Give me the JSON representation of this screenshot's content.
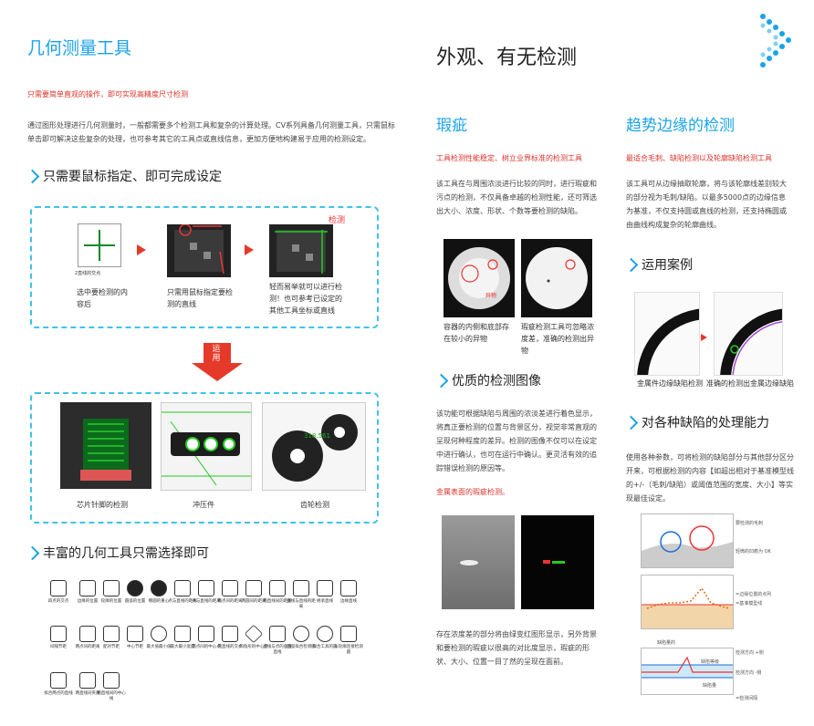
{
  "left": {
    "title": "几何测量工具",
    "subtitle": "只需要简单直观的操作，即可实现高精度尺寸检测",
    "intro": "通过图形处理进行几何测量时，一般都需要多个检测工具和复杂的计算处理。CV系列具备几何测量工具，只需鼠标单击即可解决这些复杂的处理，也可参考其它的工具点或直线信息，更加方便地构建易于应用的检测设定。",
    "section1": "只需要鼠标指定、即可完成设定",
    "step1_label": "2直线的交点",
    "step1": "选中要检测的内容后",
    "step2": "只需用鼠标指定要检测的直线",
    "step3": "轻而易举就可以进行检测！也可参考已设定的其他工具坐标或直线",
    "detect_tag": "检测",
    "apply_label": "运用",
    "app1": "芯片针脚的检测",
    "app2": "冲压件",
    "app3": "齿轮检测",
    "gear_value": "318.561",
    "section2": "丰富的几何工具只需选择即可",
    "tools_row1": [
      "四点的交点",
      "边缘的位置",
      "轮廓的位置",
      "圆弧的位置",
      "椭圆的重心",
      "点与直线的距离",
      "点与直线的距离",
      "两点间的距离",
      "两圆间的距离",
      "两直线间的距离",
      "直线与直线的距离",
      "继承直线",
      "边缘直线"
    ],
    "tools_row2": [
      "间隔节距",
      "两点间的距离",
      "配对节距",
      "中心节距",
      "最大值最小值",
      "最大最小宽度",
      "两点间的中心点",
      "两直线的交点",
      "四角形的中心点",
      "直线与点的垂直直线",
      "圆弧拟合检测圆",
      "拟合工具的圆",
      "从轮廓连接检测圆"
    ],
    "tools_row3": [
      "拟合两点的直线",
      "两直线间夹角",
      "两直线间的中心线"
    ]
  },
  "right": {
    "title": "外观、有无检测",
    "flaw": {
      "title": "瑕疵",
      "subtitle": "工具检测性能稳定、树立业界标准的检测工具",
      "desc": "该工具在与周围浓淡进行比较的同时，进行瑕疵和污点的检测，不仅具备卓越的检测性能，还可筛选出大小、浓度、形状、个数等要检测的缺陷。",
      "defect_tag": "异物",
      "cap1": "容器的内侧和底部存在较小的异物",
      "cap2": "瑕疵检测工具可忽略浓度差，准确的检测出异物"
    },
    "trend": {
      "title": "趋势边缘的检测",
      "subtitle": "最适合毛刺、缺陷检测以及轮廓缺陷检测工具",
      "desc": "该工具可从边缘抽取轮廓，将与该轮廓线差别较大的部分视为毛刺/缺陷。以最多5000点的边缘信息为基准，不仅支持圆或直线的检测，还支持椭圆或由曲线构成复杂的轮廓曲线。"
    },
    "case": {
      "title": "运用案例",
      "cap1": "金属件边缘缺陷检测",
      "cap2": "准确的检测出金属边缘缺陷"
    },
    "quality": {
      "title": "优质的检测图像",
      "desc": "该功能可根据缺陷与周围的浓淡差进行着色显示，将真正要检测的位置与背景区分，视觉非常直观的呈现何种程度的差异。检测的图像不仅可以在设定中进行确认，也可在运行中确认。更灵活有效的追踪错误检测的原因等。",
      "red_note": "金属表面的瑕疵检测。",
      "bottom": "存在浓度差的部分将由绿变红图形显示，另外背景和要检测的瑕疵以很高的对比度显示，瑕疵的形状、大小、位置一目了然的呈现在面前。"
    },
    "multi": {
      "title": "对各种缺陷的处理能力",
      "desc": "使用各种参数，可将检测的缺陷部分与其他部分区分开来，可根据检测的内容【如超出相对于基准模型线的+/-（毛刺/缺陷）或阈值范围的宽度、大小】等实现最佳设定。",
      "d1_a": "要检测的毛刺",
      "d1_b": "轻微的凹痕为 OK",
      "d2_a": "=边缘位置的点列",
      "d2_b": "=基准模型线",
      "d3_a": "缺陷量的",
      "d3_b": "缺陷等级",
      "d3_c": "缺陷量",
      "d3_d": "检测方向 +侧",
      "d3_e": "检测方向 -侧",
      "d3_f": "=检测间隔"
    }
  },
  "colors": {
    "accent": "#1aa3e8",
    "red": "#d8342c",
    "dash": "#3fc3e8"
  }
}
